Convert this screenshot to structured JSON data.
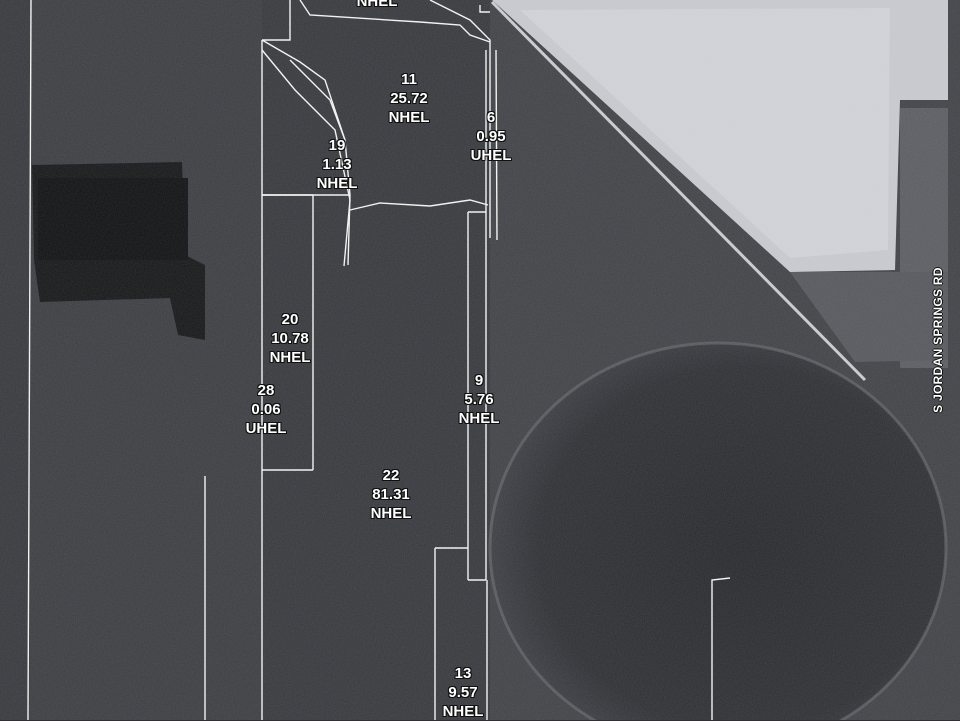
{
  "road": {
    "name": "S JORDAN SPRINGS RD"
  },
  "fields": [
    {
      "id": "top",
      "number": "",
      "acres": "",
      "class": "NHEL"
    },
    {
      "id": "f11",
      "number": "11",
      "acres": "25.72",
      "class": "NHEL"
    },
    {
      "id": "f6",
      "number": "6",
      "acres": "0.95",
      "class": "UHEL"
    },
    {
      "id": "f19",
      "number": "19",
      "acres": "1.13",
      "class": "NHEL"
    },
    {
      "id": "f20",
      "number": "20",
      "acres": "10.78",
      "class": "NHEL"
    },
    {
      "id": "f28",
      "number": "28",
      "acres": "0.06",
      "class": "UHEL"
    },
    {
      "id": "f9",
      "number": "9",
      "acres": "5.76",
      "class": "NHEL"
    },
    {
      "id": "f22",
      "number": "22",
      "acres": "81.31",
      "class": "NHEL"
    },
    {
      "id": "f13",
      "number": "13",
      "acres": "9.57",
      "class": "NHEL"
    }
  ],
  "colors": {
    "field_dark": "#2f3035",
    "field_mid": "#45474d",
    "clearing_light": "#c9ccd2",
    "tree_block": "#141516",
    "boundary_line": "#f2f2f2"
  }
}
